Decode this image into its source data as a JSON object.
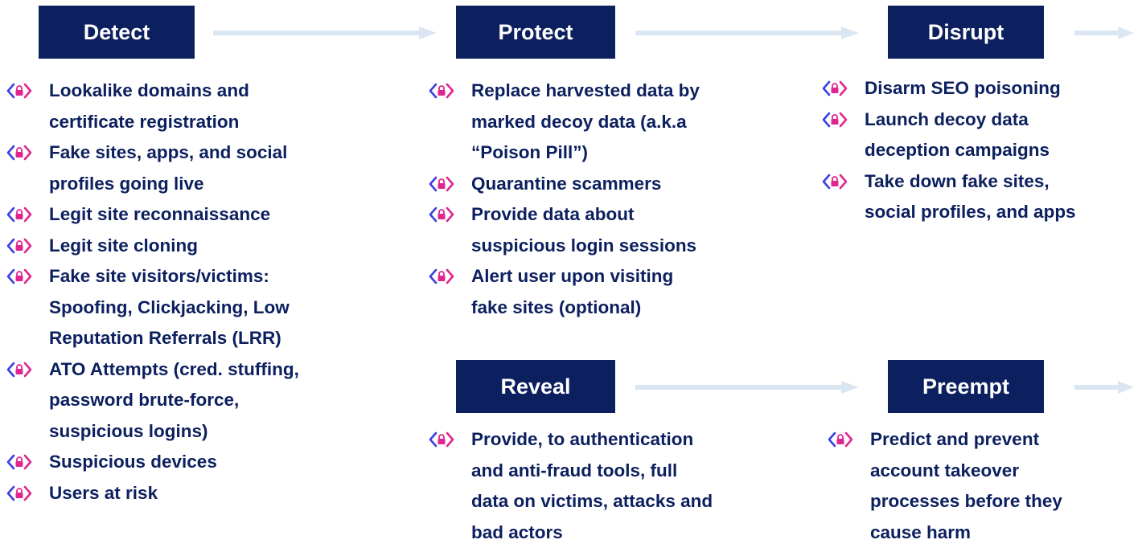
{
  "colors": {
    "box_bg": "#0c1f5e",
    "box_text": "#ffffff",
    "item_text": "#0c1f5e",
    "arrow": "#dbe6f3",
    "bullet_blue": "#3b3fe0",
    "bullet_pink": "#e0258f"
  },
  "bullet_icon": "lock-chevrons-icon",
  "stages": {
    "detect": {
      "label": "Detect",
      "items": [
        "Lookalike domains and",
        "certificate registration",
        "Fake sites, apps, and social",
        "profiles going live",
        "Legit site reconnaissance",
        "Legit site cloning",
        "Fake site visitors/victims:",
        "Spoofing, Clickjacking, Low",
        "Reputation Referrals (LRR)",
        "ATO Attempts (cred. stuffing,",
        "password brute-force,",
        "suspicious logins)",
        "Suspicious devices",
        "Users at risk"
      ]
    },
    "protect": {
      "label": "Protect",
      "items": [
        "Replace harvested data by",
        "marked decoy data (a.k.a",
        "“Poison Pill”)",
        "Quarantine scammers",
        "Provide data about",
        "suspicious login sessions",
        "Alert user upon visiting",
        "fake sites (optional)"
      ]
    },
    "disrupt": {
      "label": "Disrupt",
      "items": [
        "Disarm SEO poisoning",
        "Launch decoy data",
        "deception campaigns",
        "Take down fake sites,",
        "social profiles, and apps"
      ]
    },
    "reveal": {
      "label": "Reveal",
      "items": [
        "Provide, to authentication",
        "and anti-fraud tools, full",
        "data on victims, attacks and",
        "bad actors"
      ]
    },
    "preempt": {
      "label": "Preempt",
      "items": [
        "Predict and prevent",
        "account takeover",
        "processes before they",
        "cause harm"
      ]
    }
  }
}
